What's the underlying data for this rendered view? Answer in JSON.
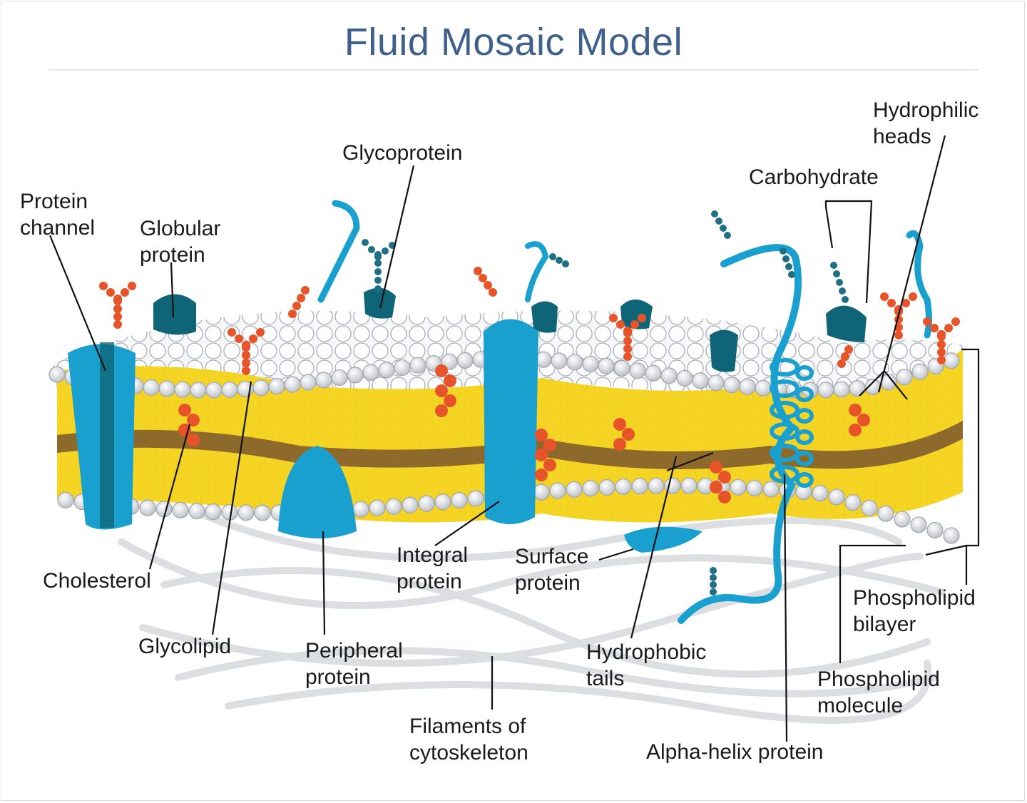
{
  "title": "Fluid Mosaic Model",
  "colors": {
    "title": "#3f5f8c",
    "protein_dark": "#0f6577",
    "protein_light": "#1aa0cf",
    "carbohydrate": "#e8542a",
    "phosphate_head": "#e9ecef",
    "tail_yellow": "#f0d01d",
    "tail_core": "#8d6a2c",
    "filament": "#d7d9dc"
  },
  "labels": {
    "protein_channel": [
      "Protein",
      "channel"
    ],
    "globular_protein": [
      "Globular",
      "protein"
    ],
    "glycoprotein": [
      "Glycoprotein"
    ],
    "hydrophilic_heads": [
      "Hydrophilic",
      "heads"
    ],
    "carbohydrate": [
      "Carbohydrate"
    ],
    "cholesterol": [
      "Cholesterol"
    ],
    "glycolipid": [
      "Glycolipid"
    ],
    "peripheral_protein": [
      "Peripheral",
      "protein"
    ],
    "integral_protein": [
      "Integral",
      "protein"
    ],
    "surface_protein": [
      "Surface",
      "protein"
    ],
    "hydrophobic_tails": [
      "Hydrophobic",
      "tails"
    ],
    "filaments_of_cytoskeleton": [
      "Filaments of",
      "cytoskeleton"
    ],
    "alpha_helix_protein": [
      "Alpha-helix protein"
    ],
    "phospholipid_bilayer": [
      "Phospholipid",
      "bilayer"
    ],
    "phospholipid_molecule": [
      "Phospholipid",
      "molecule"
    ]
  }
}
